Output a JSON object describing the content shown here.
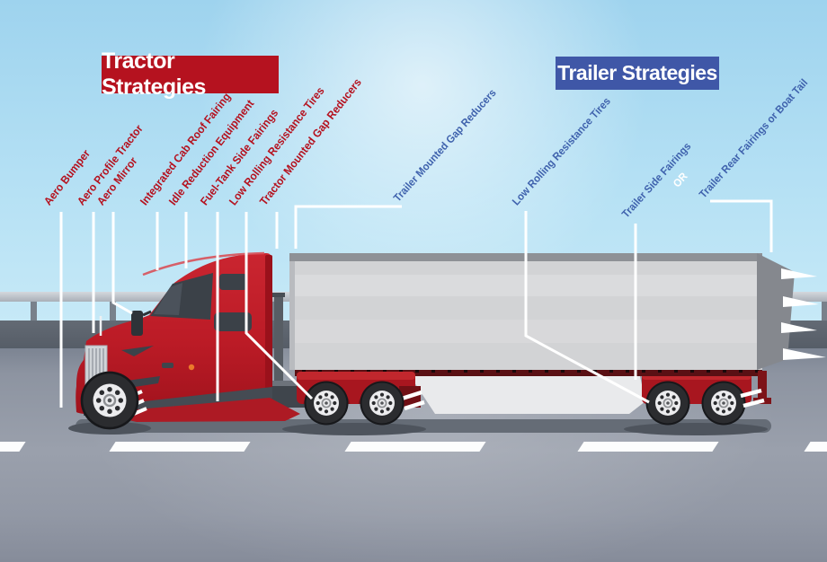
{
  "headers": {
    "tractor": {
      "label": "Tractor Strategies",
      "bg": "#b5121f",
      "text_color": "#ffffff"
    },
    "trailer": {
      "label": "Trailer Strategies",
      "bg": "#3f57a7",
      "text_color": "#ffffff"
    }
  },
  "tractor_labels": [
    {
      "text": "Aero Bumper"
    },
    {
      "text": "Aero Profile Tractor"
    },
    {
      "text": "Aero Mirror"
    },
    {
      "text": "Integrated Cab Roof Fairing"
    },
    {
      "text": "Idle Reduction Equipment"
    },
    {
      "text": "Fuel-Tank Side Fairings"
    },
    {
      "text": "Low Rolling Resistance Tires"
    },
    {
      "text": "Tractor Mounted Gap Reducers"
    }
  ],
  "trailer_labels": [
    {
      "text": "Trailer Mounted Gap Reducers"
    },
    {
      "text": "Low Rolling Resistance Tires"
    },
    {
      "text": "Trailer Side Fairings"
    },
    {
      "text": "OR"
    },
    {
      "text": "Trailer Rear Fairings or Boat Tail"
    }
  ],
  "colors": {
    "label_red": "#b5121f",
    "label_blue": "#3f62ad",
    "or_white": "#ffffff",
    "leader_line": "#ffffff",
    "truck_red": "#bb1b26",
    "trailer_grey": "#d2d3d5",
    "sky_blue": "#aeddf3",
    "road_grey": "#939aa7"
  }
}
